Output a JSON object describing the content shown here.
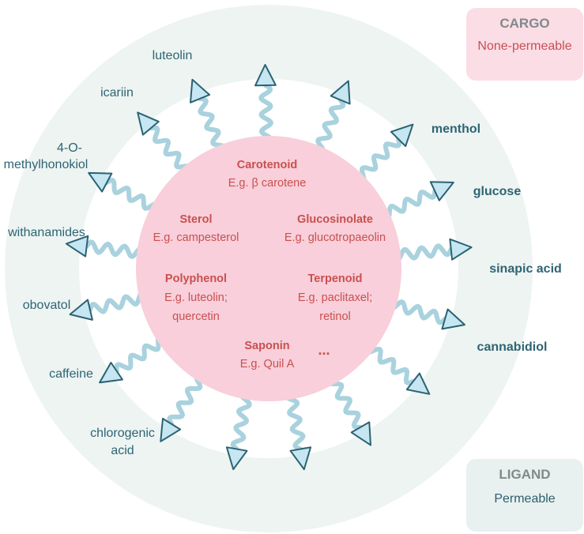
{
  "legend": {
    "cargo": {
      "title": "CARGO",
      "subtitle": "None-permeable"
    },
    "ligand": {
      "title": "LIGAND",
      "subtitle": "Permeable"
    }
  },
  "cargo_items": [
    {
      "name": "Carotenoid",
      "example": "E.g. β carotene"
    },
    {
      "name": "Sterol",
      "example": "E.g. campesterol"
    },
    {
      "name": "Glucosinolate",
      "example": "E.g. glucotropaeolin"
    },
    {
      "name": "Polyphenol",
      "example": "E.g. luteolin;",
      "example2": "quercetin"
    },
    {
      "name": "Terpenoid",
      "example": "E.g. paclitaxel;",
      "example2": "retinol"
    },
    {
      "name": "Saponin",
      "example": "E.g. Quil A"
    }
  ],
  "cargo_more": "...",
  "ligands_left": [
    {
      "lines": [
        "luteolin"
      ]
    },
    {
      "lines": [
        "icariin"
      ]
    },
    {
      "lines": [
        "4-O-",
        "methylhonokiol"
      ]
    },
    {
      "lines": [
        "withanamides"
      ]
    },
    {
      "lines": [
        "obovatol"
      ]
    },
    {
      "lines": [
        "caffeine"
      ]
    },
    {
      "lines": [
        "chlorogenic",
        "acid"
      ]
    }
  ],
  "ligands_right": [
    {
      "lines": [
        "menthol"
      ]
    },
    {
      "lines": [
        "glucose"
      ]
    },
    {
      "lines": [
        "sinapic acid"
      ]
    },
    {
      "lines": [
        "cannabidiol"
      ]
    }
  ],
  "colors": {
    "outer_ring": "#edf4f2",
    "core": "#f8cfda",
    "stalk": "#a9d2de",
    "head_fill": "#c6e6f2",
    "head_stroke": "#2c6272",
    "ligand_text": "#2e6473",
    "cargo_text": "#c9504f"
  },
  "icons": {
    "ligand_head": "triangle-icon",
    "ligand_stalk": "wavy-line-icon"
  }
}
